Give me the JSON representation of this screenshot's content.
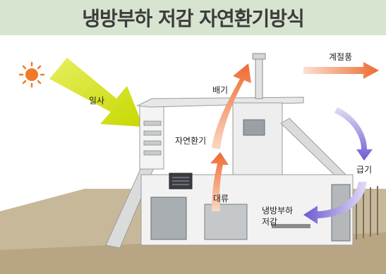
{
  "title": "냉방부하 저감 자연환기방식",
  "labels": {
    "solar": "일사",
    "exhaust": "배기",
    "seasonal_wind": "계절풍",
    "natural_ventilation": "자연환기",
    "supply": "급기",
    "convection": "대류",
    "cooling_load_line1": "냉방부하",
    "cooling_load_line2": "저감"
  },
  "colors": {
    "title_band": "#d7e4cf",
    "sun": "#f07a28",
    "solar_arrow": "#d8e020",
    "warm_arrow": "#f08a50",
    "cool_arrow": "#8a7ad8",
    "ground": "#c8b89a"
  }
}
